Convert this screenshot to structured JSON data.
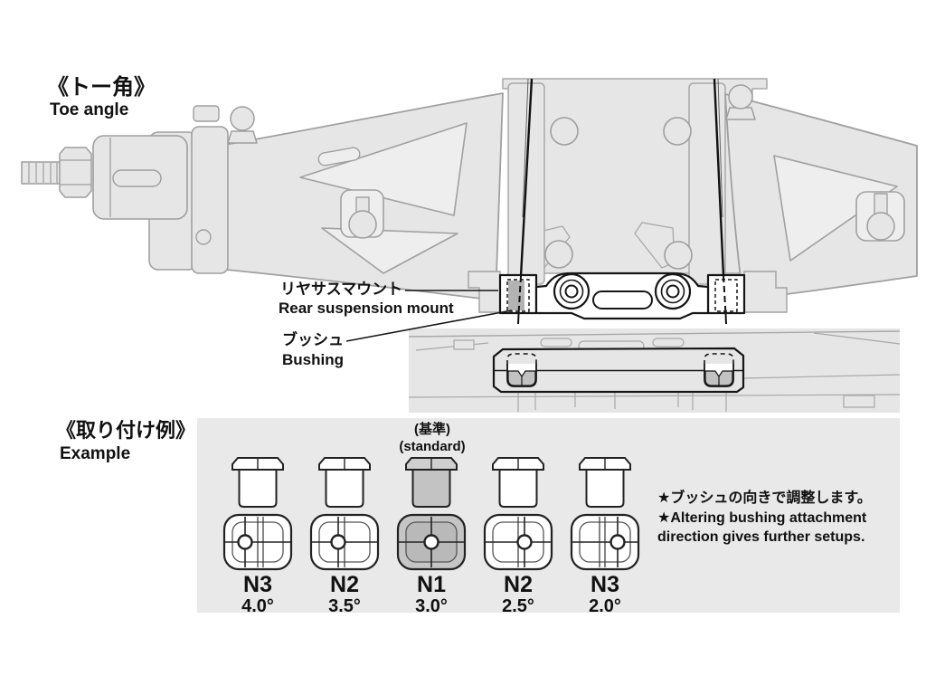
{
  "toe": {
    "jp": "《トー角》",
    "en": "Toe angle"
  },
  "labels": {
    "rear_mount_jp": "リヤサスマウント",
    "rear_mount_en": "Rear suspension mount",
    "bushing_jp": "ブッシュ",
    "bushing_en": "Bushing"
  },
  "example": {
    "heading_jp": "《取り付け例》",
    "heading_en": "Example",
    "standard_jp": "(基準)",
    "standard_en": "(standard)",
    "items": [
      {
        "code": "N3",
        "angle": "4.0°",
        "standard": false
      },
      {
        "code": "N2",
        "angle": "3.5°",
        "standard": false
      },
      {
        "code": "N1",
        "angle": "3.0°",
        "standard": true
      },
      {
        "code": "N2",
        "angle": "2.5°",
        "standard": false
      },
      {
        "code": "N3",
        "angle": "2.0°",
        "standard": false
      }
    ],
    "note_lines": [
      "★ブッシュの向きで調整します。",
      "★Altering bushing attachment",
      "direction gives further setups."
    ]
  },
  "colors": {
    "background": "#ffffff",
    "panel_bg": "#e9e9e9",
    "lineart_fill": "#e6e6e6",
    "lineart_stroke": "#a0a0a0",
    "dark_line": "#161616",
    "bushing_gray": "#b3b3b3",
    "standard_bushing_gray": "#c5c5c5"
  }
}
